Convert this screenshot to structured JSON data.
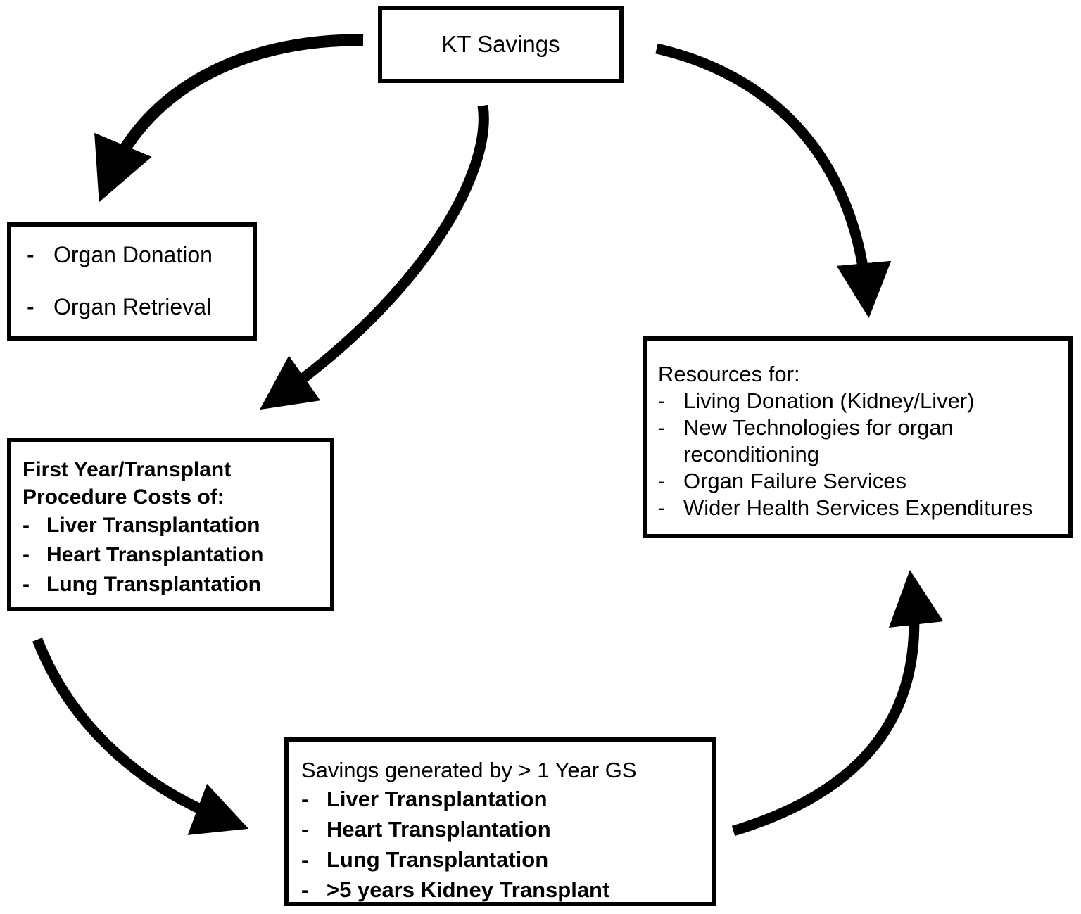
{
  "diagram": {
    "type": "cycle-flow-diagram",
    "stroke_color": "#000000",
    "background_color": "#ffffff",
    "nodes": {
      "kt_savings": {
        "title": "KT Savings"
      },
      "organ": {
        "items": [
          "Organ Donation",
          "Organ Retrieval"
        ],
        "dash": "-"
      },
      "first_year": {
        "title": "First Year/Transplant\nProcedure Costs of:",
        "items": [
          "Liver Transplantation",
          "Heart Transplantation",
          "Lung Transplantation"
        ],
        "dash": "-"
      },
      "resources": {
        "title": "Resources for:",
        "items": [
          "Living Donation (Kidney/Liver)",
          "New Technologies for organ reconditioning",
          "Organ Failure Services",
          "Wider Health Services Expenditures"
        ],
        "dash": "-"
      },
      "savings_gs": {
        "title": "Savings generated by > 1 Year GS",
        "items": [
          "Liver Transplantation",
          "Heart Transplantation",
          "Lung Transplantation",
          ">5 years Kidney Transplant"
        ],
        "dash": "-"
      }
    },
    "arrows": [
      {
        "name": "kt-savings-to-organ",
        "from": "kt_savings",
        "to": "organ"
      },
      {
        "name": "kt-savings-to-first-year",
        "from": "kt_savings",
        "to": "first_year"
      },
      {
        "name": "kt-savings-to-resources",
        "from": "kt_savings",
        "to": "resources"
      },
      {
        "name": "first-year-to-savings-gs",
        "from": "first_year",
        "to": "savings_gs"
      },
      {
        "name": "savings-gs-to-resources",
        "from": "savings_gs",
        "to": "resources"
      }
    ]
  }
}
